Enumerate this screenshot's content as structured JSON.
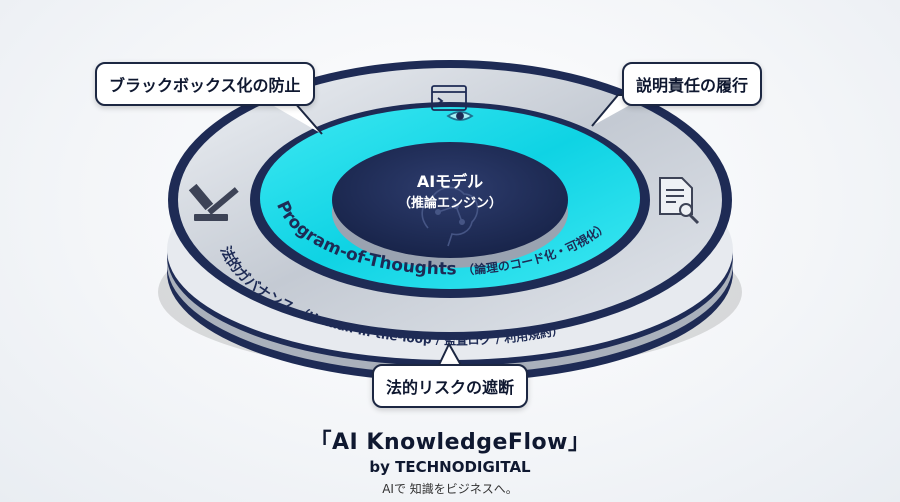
{
  "callouts": {
    "blackbox": "ブラックボックス化の防止",
    "accountability": "説明責任の履行",
    "legal_risk": "法的リスクの遮断"
  },
  "core": {
    "title": "AIモデル",
    "subtitle": "（推論エンジン）"
  },
  "middle_ring": {
    "label": "Program-of-Thoughts",
    "sublabel": "（論理のコード化・可視化）"
  },
  "outer_ring": {
    "label": "法的ガバナンス",
    "sublabel": "（Human-in-the-loop / 監査ログ / 利用規約）"
  },
  "icons": [
    "gavel-icon",
    "document-search-icon",
    "code-eye-icon",
    "brain-circuit-icon"
  ],
  "colors": {
    "navy": "#1e2b55",
    "cyan": "#12d7e6",
    "silver": "#c9ced6"
  },
  "footer": {
    "title": "「AI KnowledgeFlow」",
    "byline": "by TECHNODIGITAL",
    "tagline": "AIで 知識をビジネスへ。"
  }
}
